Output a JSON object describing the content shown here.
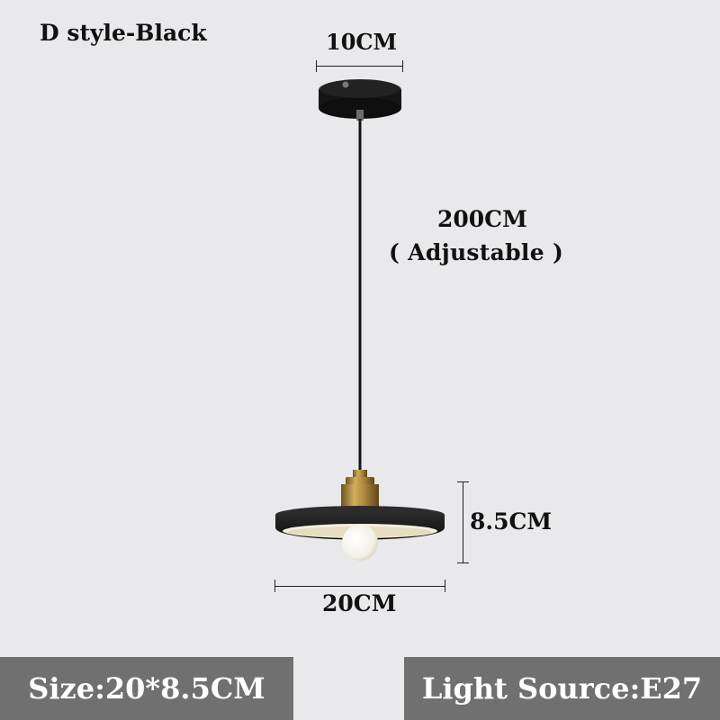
{
  "title": "D style-Black",
  "dimensions": {
    "canopy_width": "10CM",
    "cord_length": "200CM",
    "cord_note": "( Adjustable )",
    "shade_height": "8.5CM",
    "shade_width": "20CM"
  },
  "banners": {
    "size": "Size:20*8.5CM",
    "light_source": "Light Source:E27"
  },
  "colors": {
    "background": "#e9e9eb",
    "lamp_body": "#1a1a1a",
    "brass": "#b08a3e",
    "banner": "#707070"
  }
}
